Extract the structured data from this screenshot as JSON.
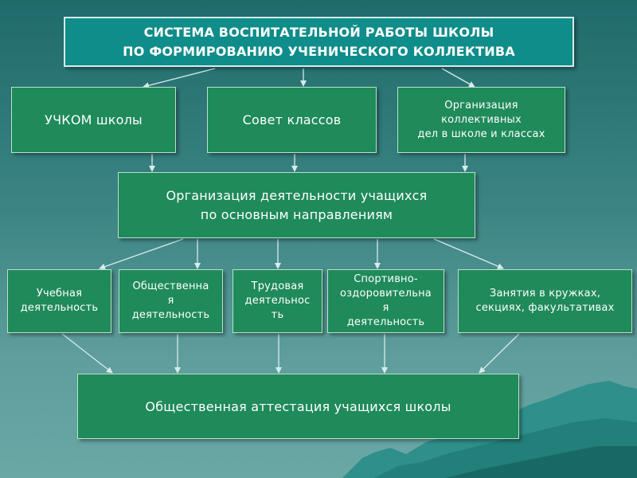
{
  "title": "СИСТЕМА ВОСПИТАТЕЛЬНОЙ РАБОТЫ ШКОЛЫ\nПО ФОРМИРОВАНИЮ УЧЕНИЧЕСКОГО КОЛЛЕКТИВА",
  "row1": {
    "uchkom": "УЧКОМ школы",
    "sovet": "Совет классов",
    "org": "Организация\nколлективных\nдел в школе и классах"
  },
  "main": "Организация деятельности учащихся\nпо основным направлениям",
  "row3": {
    "ucheb": "Учебная\nдеятельность",
    "obsh": "Общественна\nя\nдеятельность",
    "trud": "Трудовая\nдеятельнос\nть",
    "sport": "Спортивно-\nоздоровительна\nя\nдеятельность",
    "zan": "Занятия в кружках,\nсекциях, факультативах"
  },
  "bottom": "Общественная аттестация учащихся школы",
  "colors": {
    "box_fill": "#1f8a5a",
    "title_fill": "#0f8d8a",
    "border": "#b9e2c8",
    "arrow": "#d8ecec"
  }
}
